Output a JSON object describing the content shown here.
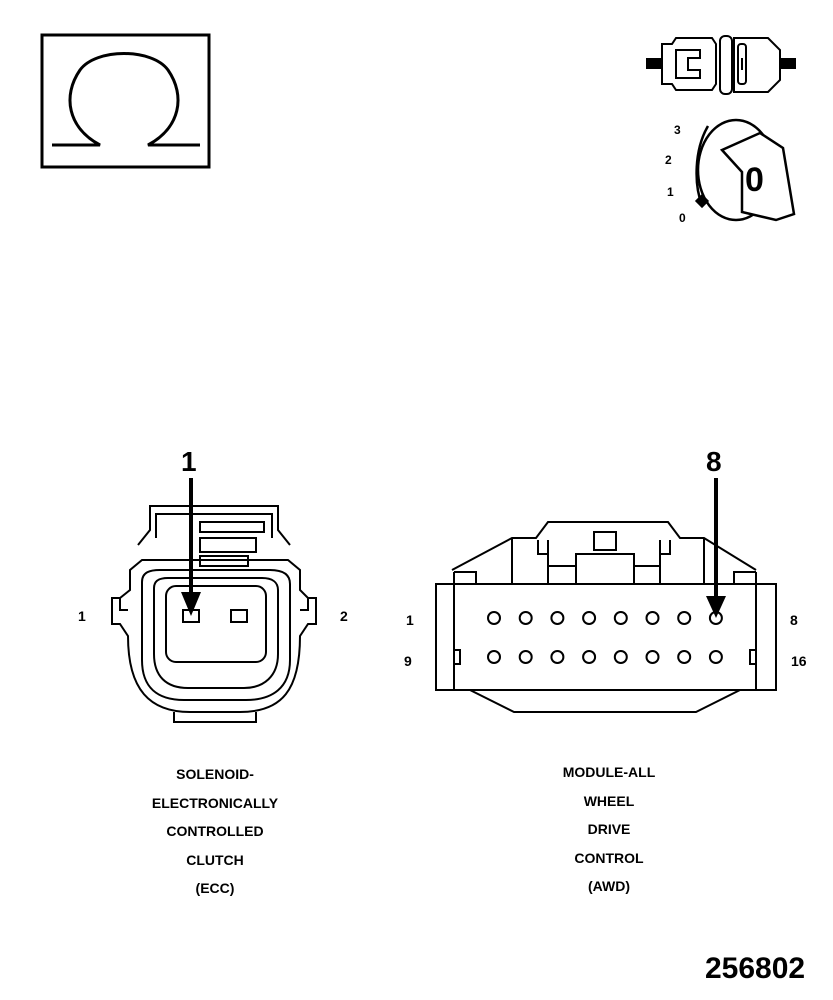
{
  "symbols": {
    "ohm_icon": "ohm-meter-icon",
    "connector_icon": "disconnected-connector-icon",
    "ignition_icon": "ignition-key-icon"
  },
  "ignition": {
    "positions": [
      "3",
      "2",
      "1",
      "0"
    ],
    "key_mark": "0"
  },
  "connectors": [
    {
      "pin_left": "1",
      "pin_right": "2",
      "callout": "1",
      "label_lines": [
        "SOLENOID-",
        "ELECTRONICALLY",
        "CONTROLLED",
        "CLUTCH",
        "(ECC)"
      ]
    },
    {
      "pin_top_left": "1",
      "pin_top_right": "8",
      "pin_bottom_left": "9",
      "pin_bottom_right": "16",
      "callout": "8",
      "label_lines": [
        "MODULE-ALL",
        "WHEEL",
        "DRIVE",
        "CONTROL",
        "(AWD)"
      ]
    }
  ],
  "document_number": "256802"
}
